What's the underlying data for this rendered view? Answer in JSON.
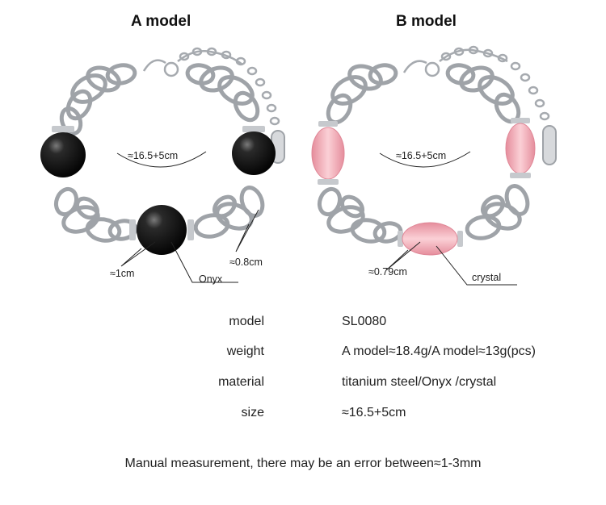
{
  "titles": {
    "a": "A model",
    "b": "B model"
  },
  "a_labels": {
    "length": "≈16.5+5cm",
    "bead_large": "≈1cm",
    "bead_small": "≈0.8cm",
    "stone": "Onyx"
  },
  "b_labels": {
    "length": "≈16.5+5cm",
    "bead": "≈0.79cm",
    "stone": "crystal"
  },
  "specs": [
    {
      "key": "model",
      "value": "SL0080"
    },
    {
      "key": "weight",
      "value": "A model≈18.4g/A model≈13g(pcs)"
    },
    {
      "key": "material",
      "value": "titanium steel/Onyx /crystal"
    },
    {
      "key": "size",
      "value": "≈16.5+5cm"
    }
  ],
  "note": "Manual measurement, there may be an error between≈1-3mm",
  "colors": {
    "onyx": "#0d0d0d",
    "crystal": "#f2a9b3",
    "steel": "#b9bcc1"
  }
}
